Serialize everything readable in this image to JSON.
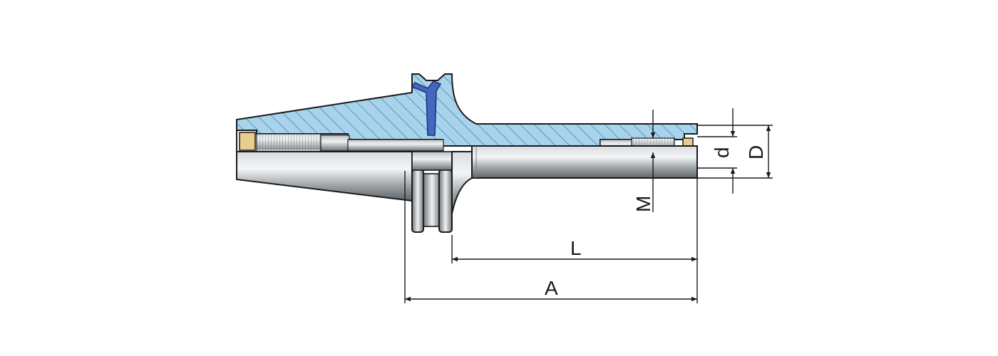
{
  "diagram": {
    "labels": {
      "L": "L",
      "A": "A",
      "M": "M",
      "d": "d",
      "D": "D"
    },
    "colors": {
      "section_fill": "#a9d3ea",
      "hatch": "#2d7fb3",
      "outline": "#1a1a1a",
      "steel_dark": "#6e7478",
      "steel_light": "#f2f3f4",
      "insert_blue": "#4468c2",
      "brass": "#e6c98a"
    }
  }
}
